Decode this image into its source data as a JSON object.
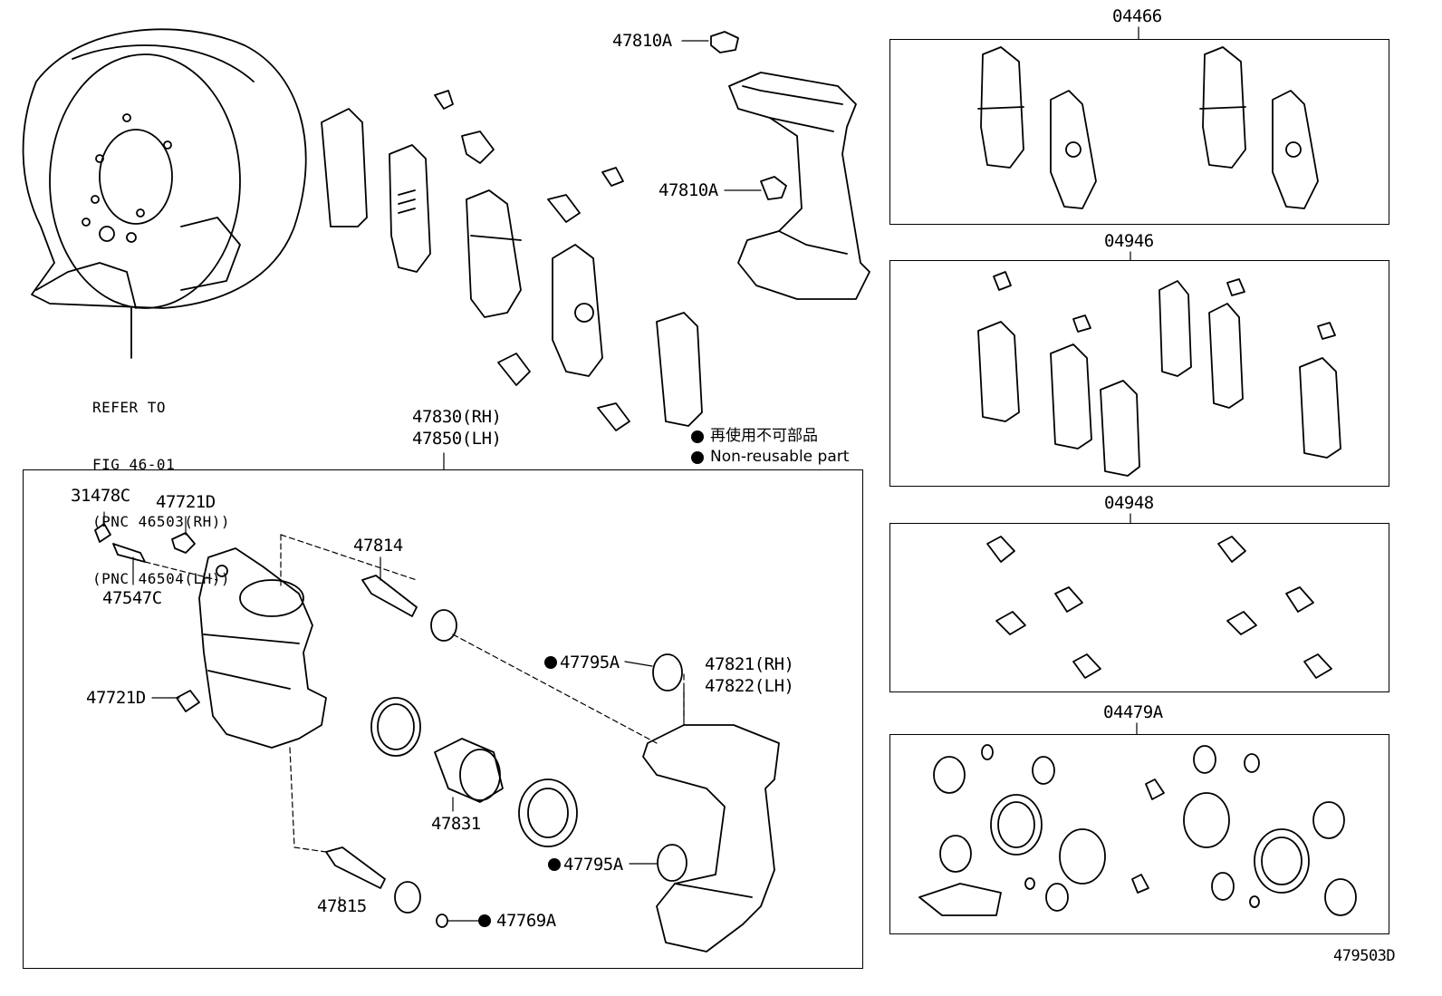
{
  "diagram_id": "479503D",
  "backing_plate_note": {
    "line1": "REFER TO",
    "line2": "FIG 46-01",
    "line3": "(PNC 46503(RH))",
    "line4": "(PNC 46504(LH))"
  },
  "legend": {
    "japanese": "再使用不可部品",
    "english": "Non-reusable part"
  },
  "main_assembly": {
    "rh": "47830(RH)",
    "lh": "47850(LH)"
  },
  "parts": {
    "p47810a_top": "47810A",
    "p47810a_mid": "47810A",
    "p31478c": "31478C",
    "p47721d_top": "47721D",
    "p47547c": "47547C",
    "p47721d_left": "47721D",
    "p47814": "47814",
    "p47795a_top": "47795A",
    "p47821": "47821(RH)",
    "p47822": "47822(LH)",
    "p47831": "47831",
    "p47795a_bottom": "47795A",
    "p47815": "47815",
    "p47769a": "47769A"
  },
  "kits": {
    "k04466": "04466",
    "k04946": "04946",
    "k04948": "04948",
    "k04479a": "04479A"
  }
}
